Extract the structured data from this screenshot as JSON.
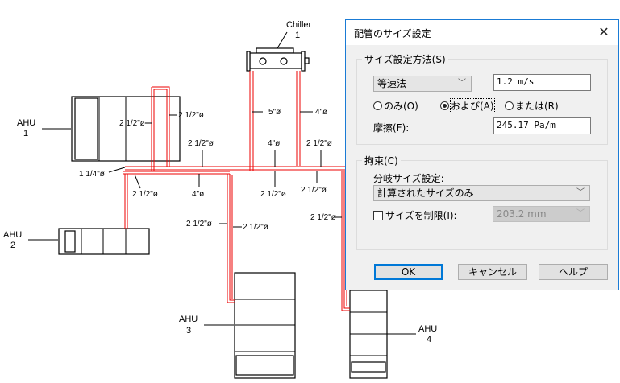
{
  "drawing": {
    "equipment": [
      {
        "id": "chiller-1",
        "label_line1": "Chiller",
        "label_line2": "1"
      },
      {
        "id": "ahu-1",
        "label_line1": "AHU",
        "label_line2": "1"
      },
      {
        "id": "ahu-2",
        "label_line1": "AHU",
        "label_line2": "2"
      },
      {
        "id": "ahu-3",
        "label_line1": "AHU",
        "label_line2": "3"
      },
      {
        "id": "ahu-4",
        "label_line1": "AHU",
        "label_line2": "4"
      }
    ],
    "pipe_size_tags": [
      "5\"ø",
      "4\"ø",
      "2 1/2\"ø",
      "2 1/2\"ø",
      "2 1/2\"ø",
      "4\"ø",
      "2 1/2\"ø",
      "1 1/4\"ø",
      "2 1/2\"ø",
      "4\"ø",
      "2 1/2\"ø",
      "2 1/2\"ø",
      "2 1/2\"ø",
      "2 1/2\"ø",
      "2 1/2\"ø"
    ],
    "pipe_color": "#ee0000"
  },
  "dialog": {
    "title": "配管のサイズ設定",
    "close_icon": "close-icon",
    "sizing_method": {
      "group_label": "サイズ設定方法(S)",
      "method_selected": "等速法",
      "velocity_value": "1.2 m/s",
      "radio_only": "のみ(O)",
      "radio_and": "および(A)",
      "radio_or": "または(R)",
      "selected_radio": "and",
      "friction_label": "摩擦(F):",
      "friction_value": "245.17 Pa/m"
    },
    "constraints": {
      "group_label": "拘束(C)",
      "branch_label": "分岐サイズ設定:",
      "branch_selected": "計算されたサイズのみ",
      "limit_label": "サイズを制限(I):",
      "limit_checked": false,
      "limit_value": "203.2 mm"
    },
    "buttons": {
      "ok": "OK",
      "cancel": "キャンセル",
      "help": "ヘルプ"
    },
    "accent_color": "#0078d7"
  }
}
